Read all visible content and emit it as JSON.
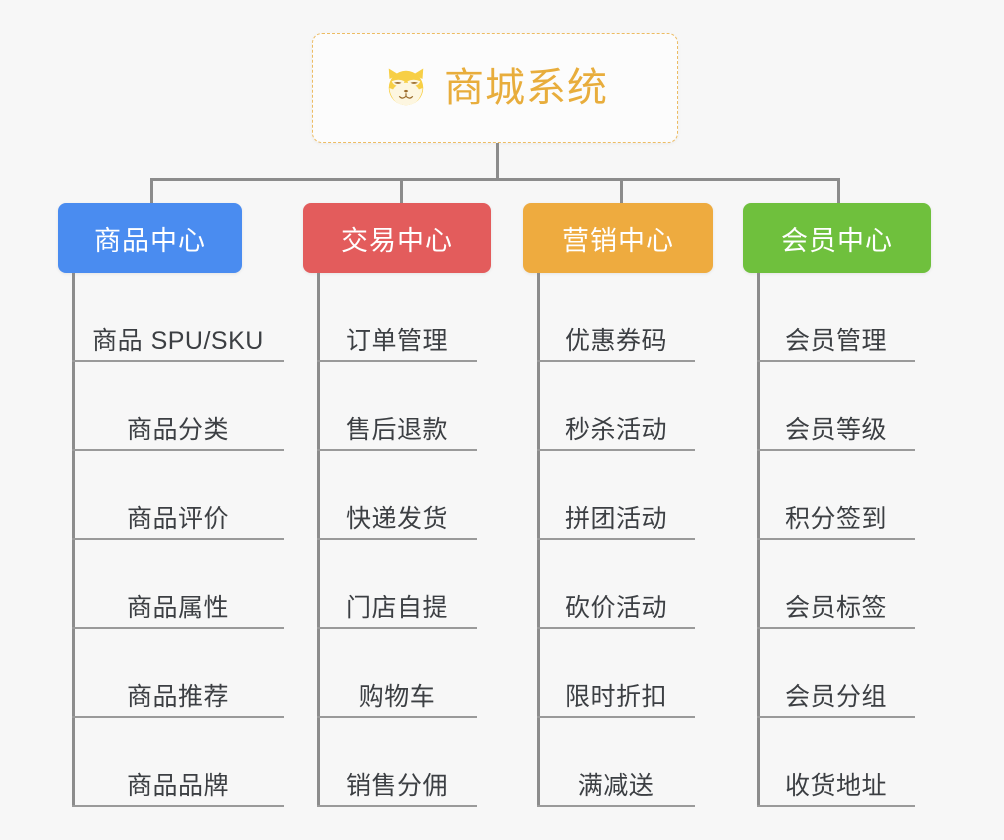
{
  "diagram": {
    "type": "mind-map",
    "background_color": "#f7f7f7",
    "root": {
      "title": "商城系统",
      "icon": "shiba-dog-face-emoji",
      "text_color": "#e8ad3c",
      "border_color": "#edbc63",
      "border_style": "dashed"
    },
    "branches": [
      {
        "label": "商品中心",
        "color": "#4a8cf0",
        "items": [
          "商品 SPU/SKU",
          "商品分类",
          "商品评价",
          "商品属性",
          "商品推荐",
          "商品品牌"
        ]
      },
      {
        "label": "交易中心",
        "color": "#e35c5c",
        "items": [
          "订单管理",
          "售后退款",
          "快递发货",
          "门店自提",
          "购物车",
          "销售分佣"
        ]
      },
      {
        "label": "营销中心",
        "color": "#eeab3f",
        "items": [
          "优惠券码",
          "秒杀活动",
          "拼团活动",
          "砍价活动",
          "限时折扣",
          "满减送"
        ]
      },
      {
        "label": "会员中心",
        "color": "#6fc03d",
        "items": [
          "会员管理",
          "会员等级",
          "积分签到",
          "会员标签",
          "会员分组",
          "收货地址"
        ]
      }
    ]
  }
}
